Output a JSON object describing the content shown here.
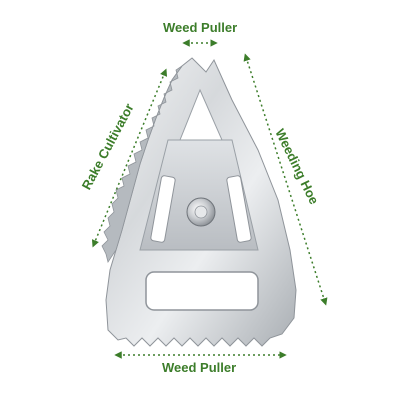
{
  "labels": {
    "top": "Weed Puller",
    "bottom": "Weed Puller",
    "left": "Rake Cultivator",
    "right": "Weeding Hoe"
  },
  "colors": {
    "label_green": "#3c7d2a",
    "arrow_green": "#3c7d2a",
    "metal_light": "#e9ebed",
    "metal_mid": "#c3c7cb",
    "metal_dark": "#8f949a",
    "background": "#ffffff"
  },
  "icons": {
    "tool": "garden-weeder-tool-icon",
    "rivet": "rivet-icon"
  }
}
